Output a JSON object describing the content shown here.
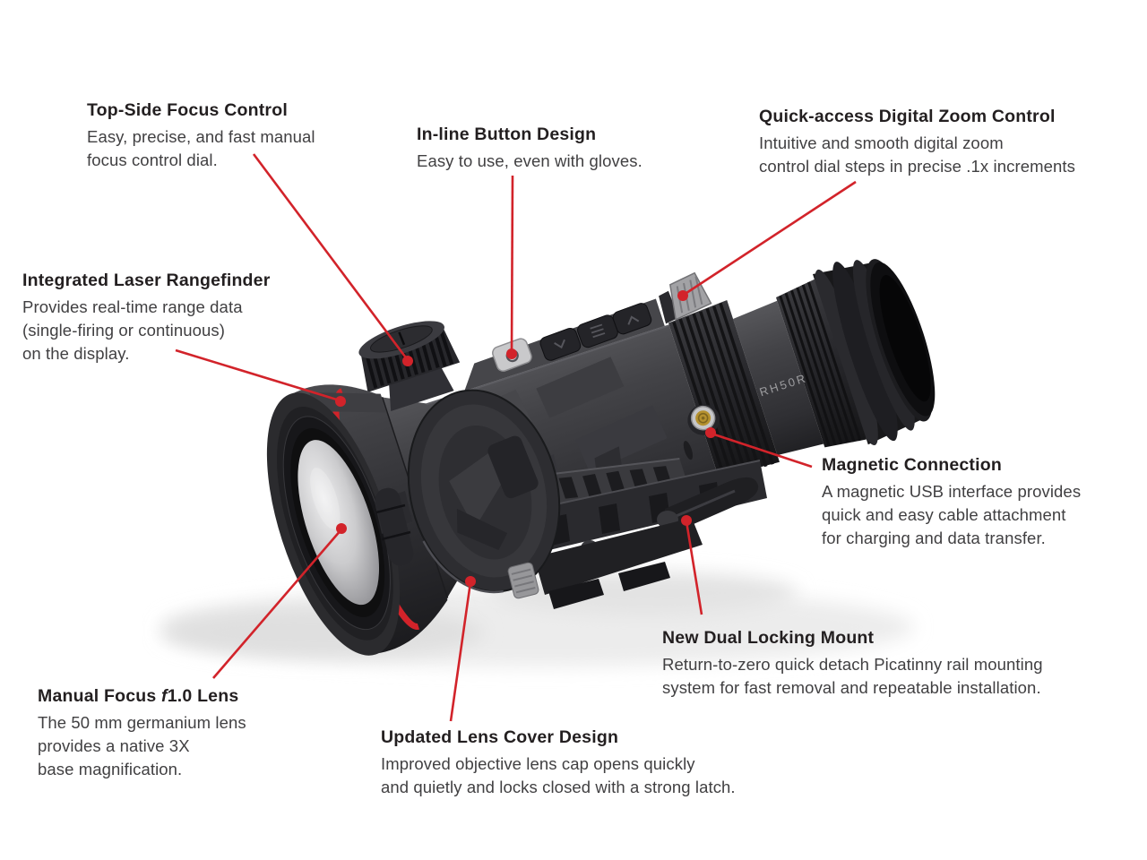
{
  "page": {
    "background": "#ffffff"
  },
  "colors": {
    "accent_red": "#d2232a",
    "heading_text": "#231f20",
    "body_text": "#414042"
  },
  "product": {
    "model_label": "RH50R"
  },
  "callouts": {
    "focus": {
      "title": "Top-Side Focus Control",
      "body": "Easy, precise, and fast manual\nfocus control dial."
    },
    "buttons": {
      "title": "In-line Button Design",
      "body": "Easy to use, even with gloves."
    },
    "zoom": {
      "title": "Quick-access Digital Zoom Control",
      "body": "Intuitive and smooth digital zoom\ncontrol dial steps in precise .1x increments"
    },
    "rangefinder": {
      "title": "Integrated Laser Rangefinder",
      "body": "Provides real-time range data\n(single-firing or continuous)\non the display."
    },
    "magnetic": {
      "title": "Magnetic Connection",
      "body": "A magnetic USB interface provides\nquick and easy cable attachment\nfor charging and data transfer."
    },
    "mount": {
      "title": "New Dual Locking Mount",
      "body": "Return-to-zero quick detach Picatinny rail mounting\nsystem for fast removal and repeatable installation."
    },
    "lens": {
      "title_pre": "Manual Focus ",
      "title_f": "f",
      "title_post": "1.0 Lens",
      "body": "The 50 mm germanium lens\nprovides a native 3X\nbase magnification."
    },
    "cover": {
      "title": "Updated Lens Cover Design",
      "body": "Improved objective lens cap opens quickly\nand quietly and locks closed with a strong latch."
    }
  }
}
